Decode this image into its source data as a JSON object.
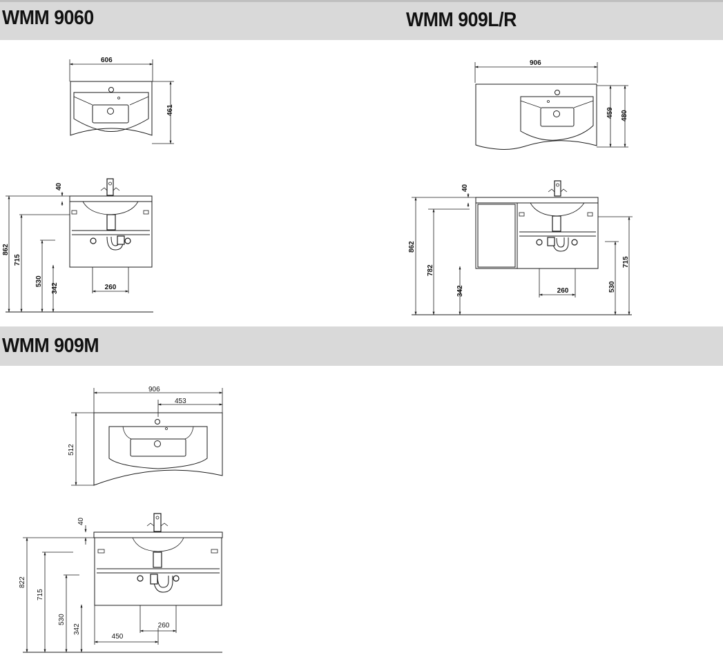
{
  "sections": {
    "wmm9060": {
      "title": "WMM 9060",
      "top_view": {
        "width": "606",
        "depth": "461"
      },
      "front_view": {
        "h_total": "862",
        "h_715": "715",
        "h_530": "530",
        "h_342": "342",
        "h_40": "40",
        "w_260": "260"
      }
    },
    "wmm909lr": {
      "title": "WMM 909L/R",
      "top_view": {
        "width": "906",
        "depth_459": "459",
        "depth_480": "480"
      },
      "front_view": {
        "h_total": "862",
        "h_782": "782",
        "h_342": "342",
        "h_40": "40",
        "w_260": "260",
        "h_715": "715",
        "h_530": "530"
      }
    },
    "wmm909m": {
      "title": "WMM 909M",
      "top_view": {
        "width": "906",
        "half": "453",
        "depth": "512"
      },
      "front_view": {
        "h_total": "822",
        "h_715": "715",
        "h_530": "530",
        "h_342": "342",
        "h_40": "40",
        "w_260": "260",
        "w_450": "450"
      }
    }
  },
  "colors": {
    "band": "#d9d9d9",
    "line": "#1a1a1a",
    "text": "#111111"
  }
}
